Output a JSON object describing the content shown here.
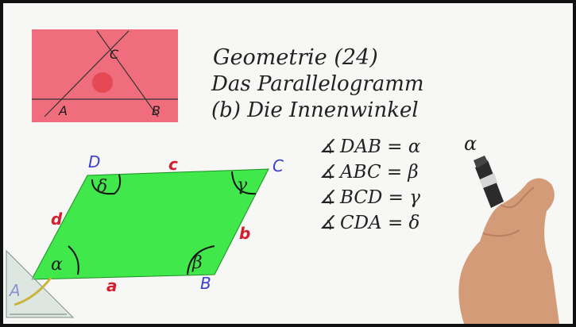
{
  "title": {
    "line1": "Geometrie (24)",
    "line2": "Das Parallelogramm",
    "line3": "(b) Die Innenwinkel"
  },
  "angle_defs": [
    {
      "angle_symbol": "∡",
      "text": "DAB = α"
    },
    {
      "angle_symbol": "∡",
      "text": "ABC = β"
    },
    {
      "angle_symbol": "∡",
      "text": "BCD = γ"
    },
    {
      "angle_symbol": "∡",
      "text": "CDA = δ"
    }
  ],
  "side_note": "α",
  "thumbnail": {
    "vertex_a": "A",
    "vertex_b": "B",
    "vertex_c": "C",
    "fill_color": "#ef6d7c"
  },
  "parallelogram": {
    "fill_color": "#41e84b",
    "vertices": {
      "a": "A",
      "b": "B",
      "c": "C",
      "d": "D"
    },
    "sides": {
      "a": "a",
      "b": "b",
      "c": "c",
      "d": "d"
    },
    "angles": {
      "alpha": "α",
      "beta": "β",
      "gamma": "γ",
      "delta": "δ"
    }
  }
}
